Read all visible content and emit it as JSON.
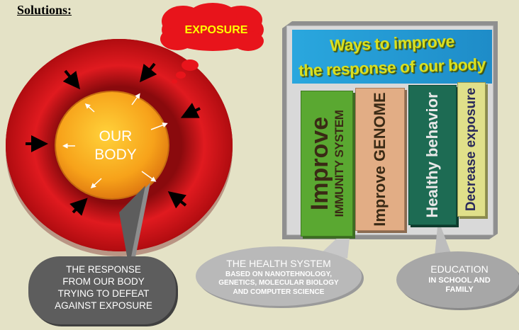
{
  "heading": "Solutions:",
  "exposure": {
    "label": "EXPOSURE",
    "cloud_color": "#e8141b",
    "text_color": "#ffff00"
  },
  "body_circle": {
    "label_line1": "OUR",
    "label_line2": "BODY",
    "outer_ring_color": "#d10d12",
    "inner_color": "#f7a21a"
  },
  "response_bubble": {
    "lines": [
      "THE RESPONSE",
      "FROM OUR BODY",
      "TRYING TO DEFEAT",
      "AGAINST EXPOSURE"
    ],
    "fill": "#5d5d5d"
  },
  "ways": {
    "banner_line1": "Ways to improve",
    "banner_line2": "the response of our body",
    "banner_color": "#29aae1",
    "banner_text_color": "#d9e021",
    "books": [
      {
        "line1": "Improve",
        "line2": "IMMUNITY SYSTEM",
        "color": "#5aa831",
        "text_color": "#3a2a15"
      },
      {
        "line1": "Improve GENOME",
        "line2": "",
        "color": "#e2ad85",
        "text_color": "#3a2a15"
      },
      {
        "line1": "Healthy behavior",
        "line2": "",
        "color": "#1d6b53",
        "text_color": "#e8e8e8"
      },
      {
        "line1": "Decrease exposure",
        "line2": "",
        "color": "#e0e08a",
        "text_color": "#2a2a5a"
      }
    ]
  },
  "health_bubble": {
    "title": "THE HEALTH SYSTEM",
    "lines": [
      "BASED ON NANOTEHNOLOGY,",
      "GENETICS, MOLECULAR BIOLOGY",
      "AND COMPUTER SCIENCE"
    ],
    "fill": "#b9b9b9"
  },
  "education_bubble": {
    "title": "EDUCATION",
    "lines": [
      "IN SCHOOL AND",
      "FAMILY"
    ],
    "fill": "#a7a7a7"
  }
}
